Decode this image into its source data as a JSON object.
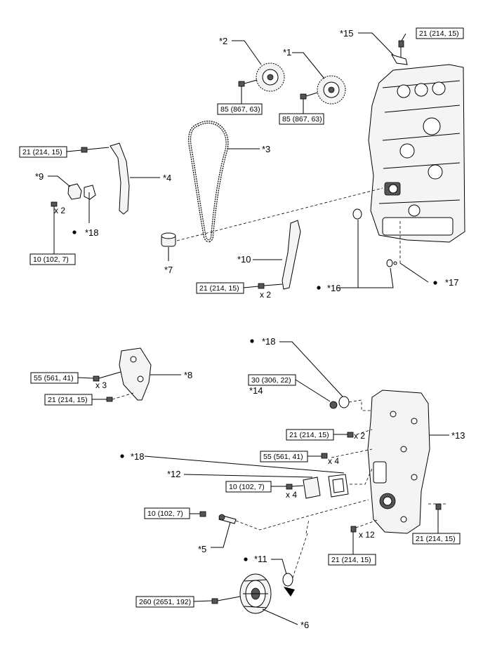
{
  "callouts": {
    "c1": "*1",
    "c2": "*2",
    "c3": "*3",
    "c4": "*4",
    "c5": "*5",
    "c6": "*6",
    "c7": "*7",
    "c8": "*8",
    "c9": "*9",
    "c10": "*10",
    "c11": "*11",
    "c12": "*12",
    "c13": "*13",
    "c14": "*14",
    "c15": "*15",
    "c16": "*16",
    "c17": "*17",
    "c18a": "*18",
    "c18b": "*18",
    "c18c": "*18"
  },
  "torques": {
    "t_top_right": "21 (214, 15)",
    "t_sprocket2": "85 (867, 63)",
    "t_sprocket1": "85 (867, 63)",
    "t_guide4": "21 (214, 15)",
    "t_tensioner9": "10 (102, 7)",
    "t_slipper10": "21 (214, 15)",
    "t_plate8_a": "55 (561, 41)",
    "t_plate8_b": "21 (214, 15)",
    "t_idler14": "30 (306, 22)",
    "t_cover_a": "21 (214, 15)",
    "t_cover_b": "55 (561, 41)",
    "t_cover12": "10 (102, 7)",
    "t_sensor5": "10 (102, 7)",
    "t_cover_right": "21 (214, 15)",
    "t_cover_bottom": "21 (214, 15)",
    "t_pulley6": "260 (2651, 192)"
  },
  "counts": {
    "x2_tensioner": "x 2",
    "x2_slipper": "x 2",
    "x3_plate": "x 3",
    "x2_cover": "x 2",
    "x4_cover": "x 4",
    "x4_cover12": "x 4",
    "x12_cover": "x 12"
  },
  "markers": {
    "bullet": "●"
  },
  "icons": {
    "bolt": "bolt-icon"
  }
}
